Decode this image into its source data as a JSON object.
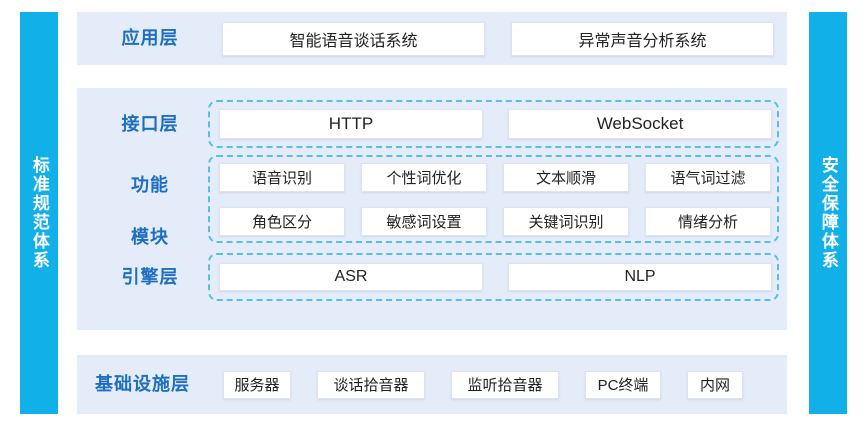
{
  "colors": {
    "sidebar_blue": "#12b0e8",
    "panel_bg": "#e4ecfa",
    "label_blue": "#1e6fc0",
    "dashed_border": "#56bfe8",
    "box_bg": "#ffffff"
  },
  "sidebars": {
    "left": "标准规范体系",
    "right": "安全保障体系"
  },
  "layers": {
    "application": {
      "label": "应用层",
      "items": [
        "智能语音谈话系统",
        "异常声音分析系统"
      ]
    },
    "interface": {
      "label": "接口层",
      "items": [
        "HTTP",
        "WebSocket"
      ]
    },
    "modules": {
      "label": "功能\n模块",
      "label_line1": "功能",
      "label_line2": "模块",
      "items": [
        "语音识别",
        "个性词优化",
        "文本顺滑",
        "语气词过滤",
        "角色区分",
        "敏感词设置",
        "关键词识别",
        "情绪分析"
      ]
    },
    "engine": {
      "label": "引擎层",
      "items": [
        "ASR",
        "NLP"
      ]
    },
    "infrastructure": {
      "label": "基础设施层",
      "items": [
        "服务器",
        "谈话拾音器",
        "监听拾音器",
        "PC终端",
        "内网"
      ]
    }
  }
}
